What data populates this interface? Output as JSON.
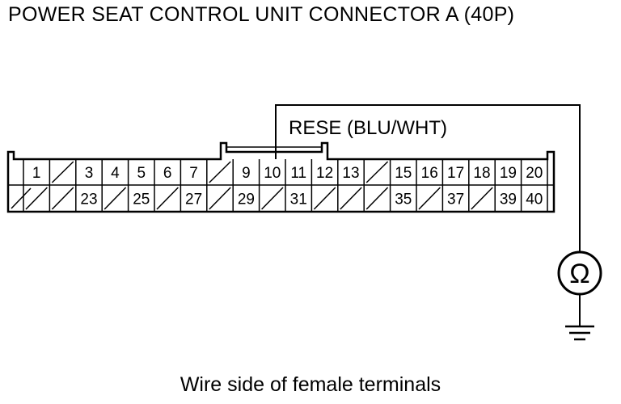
{
  "title": "POWER SEAT CONTROL UNIT CONNECTOR A (40P)",
  "caption": "Wire side of female terminals",
  "wire_label": "RESE (BLU/WHT)",
  "meter_symbol": "Ω",
  "meter_icon": "ohmmeter-icon",
  "ground_icon": "ground-icon",
  "connector": {
    "row1": [
      "1",
      "",
      "3",
      "4",
      "5",
      "6",
      "7",
      "",
      "9",
      "10",
      "11",
      "12",
      "13",
      "",
      "15",
      "16",
      "17",
      "18",
      "19",
      "20"
    ],
    "row2": [
      "",
      "",
      "23",
      "",
      "25",
      "",
      "27",
      "",
      "29",
      "",
      "31",
      "",
      "",
      "",
      "35",
      "",
      "37",
      "",
      "39",
      "40"
    ]
  }
}
